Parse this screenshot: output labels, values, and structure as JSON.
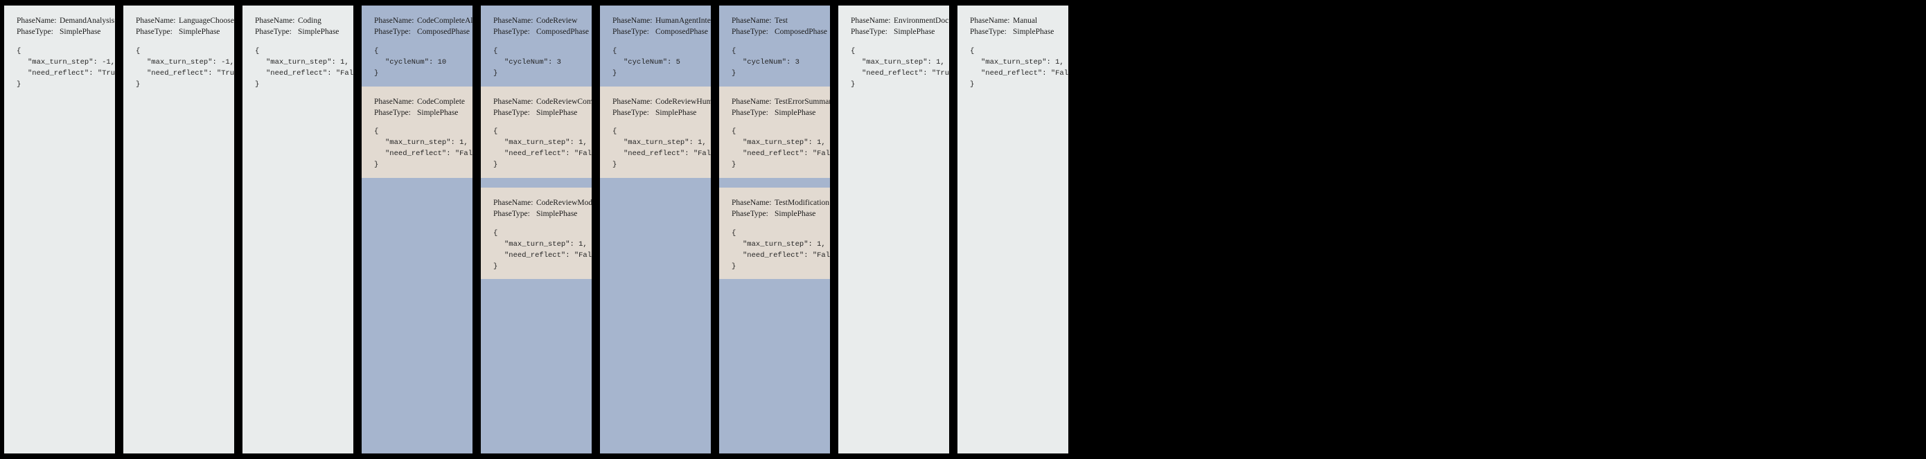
{
  "theme": {
    "background": "#000000",
    "simple_bg": "#e9ecec",
    "composed_bg": "#a6b5ce",
    "sub_bg": "#e2dad1",
    "text": "#1b1b1b"
  },
  "labels": {
    "phase_name": "PhaseName:",
    "phase_type": "PhaseType:",
    "brace_open": "{",
    "brace_close": "}"
  },
  "columns": [
    {
      "id": "demand-analysis",
      "kind": "simple",
      "blocks": [
        {
          "style": "gray",
          "phase_name": "DemandAnalysis",
          "phase_type": "SimplePhase",
          "json_lines": [
            "\"max_turn_step\": -1,",
            "\"need_reflect\": \"True\""
          ]
        }
      ]
    },
    {
      "id": "language-choose",
      "kind": "simple",
      "blocks": [
        {
          "style": "gray",
          "phase_name": "LanguageChoose",
          "phase_type": "SimplePhase",
          "json_lines": [
            "\"max_turn_step\": -1,",
            "\"need_reflect\": \"True\""
          ]
        }
      ]
    },
    {
      "id": "coding",
      "kind": "simple",
      "blocks": [
        {
          "style": "gray",
          "phase_name": "Coding",
          "phase_type": "SimplePhase",
          "json_lines": [
            "\"max_turn_step\": 1,",
            "\"need_reflect\": \"False\""
          ]
        }
      ]
    },
    {
      "id": "code-complete-all",
      "kind": "composed",
      "blocks": [
        {
          "style": "blue",
          "phase_name": "CodeCompleteAll",
          "phase_type": "ComposedPhase",
          "json_lines": [
            "\"cycleNum\": 10"
          ]
        },
        {
          "style": "beige",
          "phase_name": "CodeComplete",
          "phase_type": "SimplePhase",
          "json_lines": [
            "\"max_turn_step\": 1,",
            "\"need_reflect\": \"False\""
          ]
        }
      ]
    },
    {
      "id": "code-review",
      "kind": "composed",
      "blocks": [
        {
          "style": "blue",
          "phase_name": "CodeReview",
          "phase_type": "ComposedPhase",
          "json_lines": [
            "\"cycleNum\": 3"
          ]
        },
        {
          "style": "beige",
          "phase_name": "CodeReviewComment",
          "phase_type": "SimplePhase",
          "json_lines": [
            "\"max_turn_step\": 1,",
            "\"need_reflect\": \"False\""
          ]
        },
        {
          "style": "beige",
          "phase_name": "CodeReviewModification",
          "phase_type": "SimplePhase",
          "json_lines": [
            "\"max_turn_step\": 1,",
            "\"need_reflect\": \"False\""
          ]
        }
      ]
    },
    {
      "id": "human-agent-interaction",
      "kind": "composed",
      "blocks": [
        {
          "style": "blue",
          "phase_name": "HumanAgentInteraction",
          "phase_type": "ComposedPhase",
          "json_lines": [
            "\"cycleNum\": 5"
          ]
        },
        {
          "style": "beige",
          "phase_name": "CodeReviewHuman",
          "phase_type": "SimplePhase",
          "json_lines": [
            "\"max_turn_step\": 1,",
            "\"need_reflect\": \"False\""
          ]
        }
      ]
    },
    {
      "id": "test",
      "kind": "composed",
      "blocks": [
        {
          "style": "blue",
          "phase_name": "Test",
          "phase_type": "ComposedPhase",
          "json_lines": [
            "\"cycleNum\": 3"
          ]
        },
        {
          "style": "beige",
          "phase_name": "TestErrorSummary",
          "phase_type": "SimplePhase",
          "json_lines": [
            "\"max_turn_step\": 1,",
            "\"need_reflect\": \"False\""
          ]
        },
        {
          "style": "beige",
          "phase_name": "TestModification",
          "phase_type": "SimplePhase",
          "json_lines": [
            "\"max_turn_step\": 1,",
            "\"need_reflect\": \"False\""
          ]
        }
      ]
    },
    {
      "id": "environment-doc",
      "kind": "simple",
      "blocks": [
        {
          "style": "gray",
          "phase_name": "EnvironmentDoc",
          "phase_type": "SimplePhase",
          "json_lines": [
            "\"max_turn_step\": 1,",
            "\"need_reflect\": \"True\""
          ]
        }
      ]
    },
    {
      "id": "manual",
      "kind": "simple",
      "blocks": [
        {
          "style": "gray",
          "phase_name": "Manual",
          "phase_type": "SimplePhase",
          "json_lines": [
            "\"max_turn_step\": 1,",
            "\"need_reflect\": \"False\""
          ]
        }
      ]
    }
  ]
}
